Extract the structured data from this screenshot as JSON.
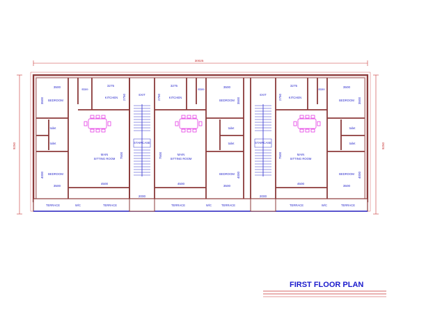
{
  "title": "FIRST FLOOR PLAN",
  "dimensions": {
    "overall_width": "30025",
    "overall_depth": "9250",
    "bedroom_w": "3500",
    "kitchen_w": "3275",
    "bedroom_d": "3500",
    "bedroom_d2": "4000",
    "kitchen_d": "2750",
    "sitting_w": "4500",
    "sitting_d": "7500",
    "stair_w": "2000"
  },
  "labels": {
    "bedroom": "BEDROOM",
    "kitchen": "KITCHEN",
    "store": "store",
    "toilet": "toilet",
    "main_sitting_line1": "MAIN",
    "main_sitting_line2": "SITTING ROOM",
    "staircase": "STAIRCASE",
    "exit": "EXIT",
    "terrace": "TERRACE",
    "wc": "W/C"
  },
  "colors": {
    "wall": "#8b3a3a",
    "wall_fill": "#f3e3e3",
    "dim_red": "#c83232",
    "blue": "#2a2acc",
    "furniture": "#e020e0",
    "title": "#1a1acc"
  }
}
